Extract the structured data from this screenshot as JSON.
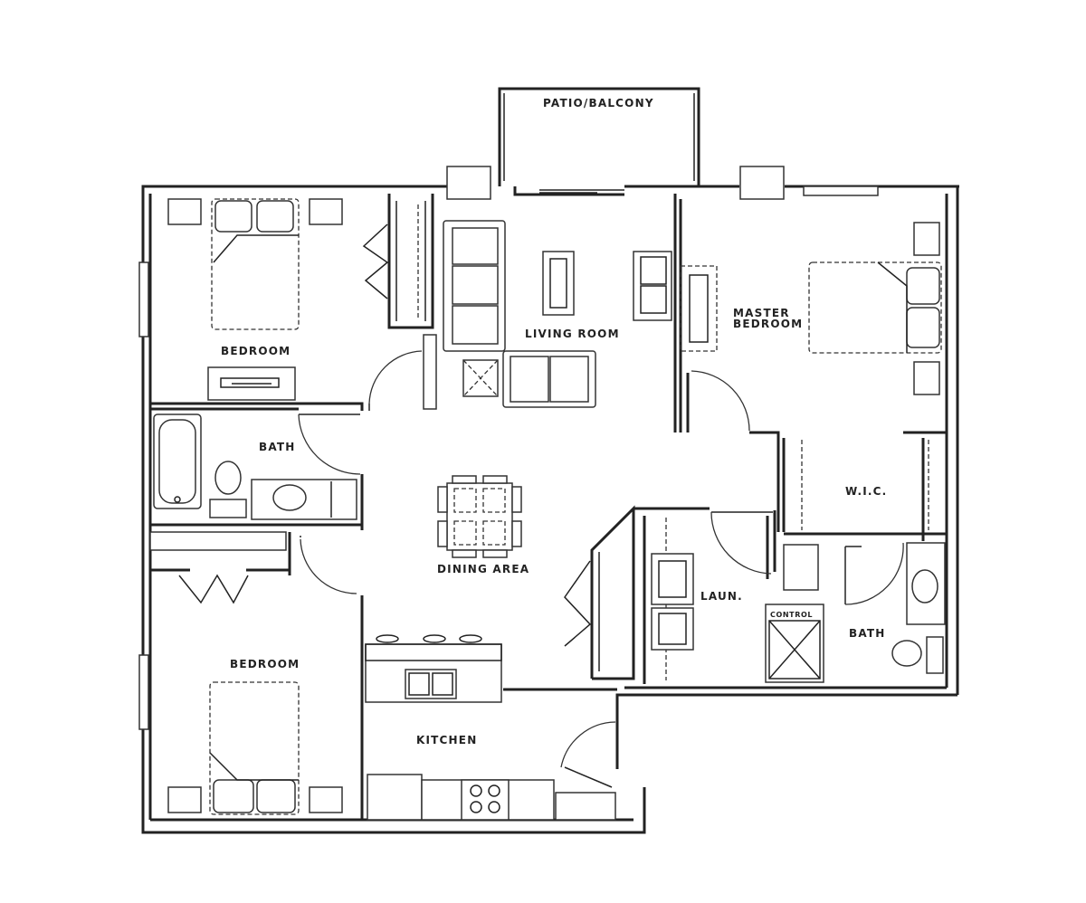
{
  "labels": {
    "patio": "PATIO/BALCONY",
    "living_room": "LIVING ROOM",
    "master_line1": "MASTER",
    "master_line2": "BEDROOM",
    "bedroom_top": "BEDROOM",
    "bath_left": "BATH",
    "wic": "W.I.C.",
    "dining": "DINING AREA",
    "laundry": "LAUN.",
    "bath_right": "BATH",
    "control": "CONTROL",
    "bedroom_bottom": "BEDROOM",
    "kitchen": "KITCHEN"
  }
}
